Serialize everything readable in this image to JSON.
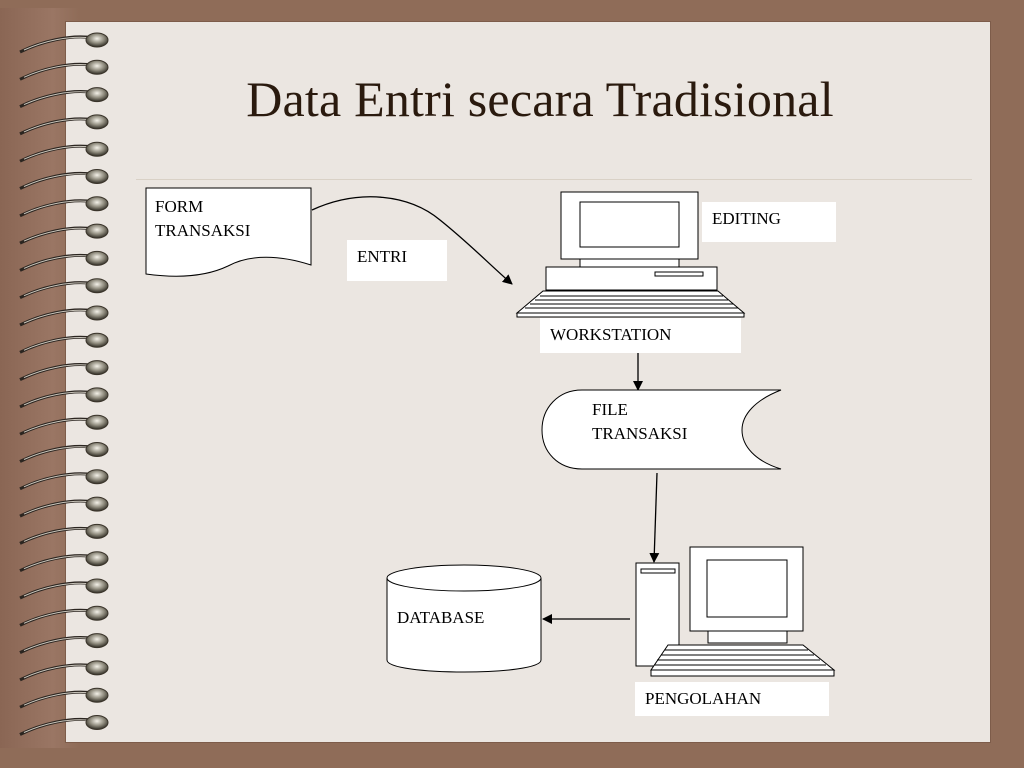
{
  "slide": {
    "title": "Data Entri secara Tradisional"
  },
  "diagram": {
    "form_line1": "FORM",
    "form_line2": "TRANSAKSI",
    "entri_label": "ENTRI",
    "editing_label": "EDITING",
    "workstation_label": "WORKSTATION",
    "file_line1": "FILE",
    "file_line2": "TRANSAKSI",
    "database_label": "DATABASE",
    "pengolahan_label": "PENGOLAHAN"
  },
  "colors": {
    "background": "#8f6c58",
    "page": "#ebe6e1",
    "title": "#2a1a0e"
  }
}
